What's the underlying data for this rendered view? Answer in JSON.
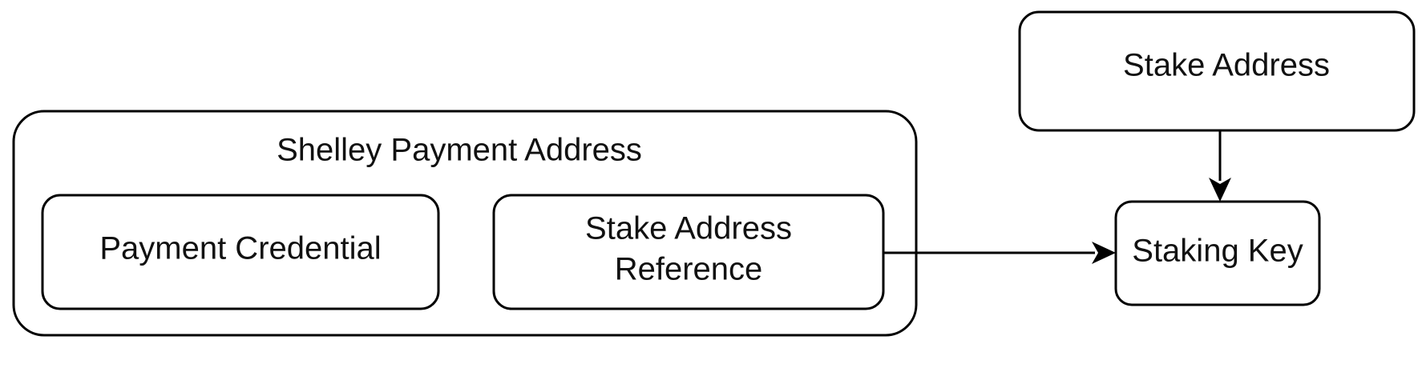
{
  "nodes": {
    "shelley_payment_address": {
      "label": "Shelley Payment Address"
    },
    "payment_credential": {
      "label": "Payment Credential"
    },
    "stake_address_reference": {
      "line1": "Stake Address",
      "line2": "Reference"
    },
    "stake_address": {
      "label": "Stake Address"
    },
    "staking_key": {
      "label": "Staking Key"
    }
  },
  "edges": [
    {
      "from": "Stake Address Reference",
      "to": "Staking Key"
    },
    {
      "from": "Stake Address",
      "to": "Staking Key"
    }
  ],
  "colors": {
    "stroke": "#000000",
    "fill": "#ffffff",
    "text": "#111111"
  }
}
